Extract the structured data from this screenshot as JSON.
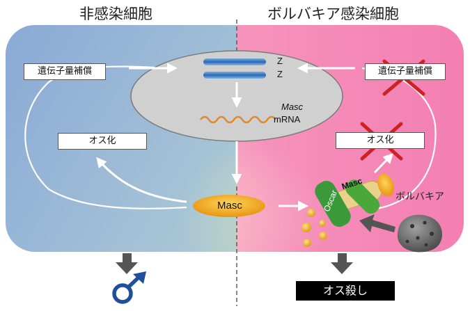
{
  "titles": {
    "left": "非感染細胞",
    "right": "ボルバキア感染細胞"
  },
  "left": {
    "dosage_box": "遺伝子量補償",
    "male_box": "オス化"
  },
  "right": {
    "dosage_box": "遺伝子量補償",
    "male_box": "オス化"
  },
  "nucleus": {
    "chrom1": "Z",
    "chrom2": "Z",
    "mrna_gene": "Masc",
    "mrna_label": "mRNA"
  },
  "protein": {
    "masc": "Masc",
    "bound_masc": "Masc",
    "oscar": "Oscar"
  },
  "bacteria_label": "ボルバキア",
  "outcome": {
    "right": "オス殺し"
  },
  "colors": {
    "left_bg": "#8fb0d8",
    "right_bg": "#f58ab8",
    "masc": "#f0a020",
    "oscar": "#3a9a3a",
    "cross": "#cc2222"
  }
}
